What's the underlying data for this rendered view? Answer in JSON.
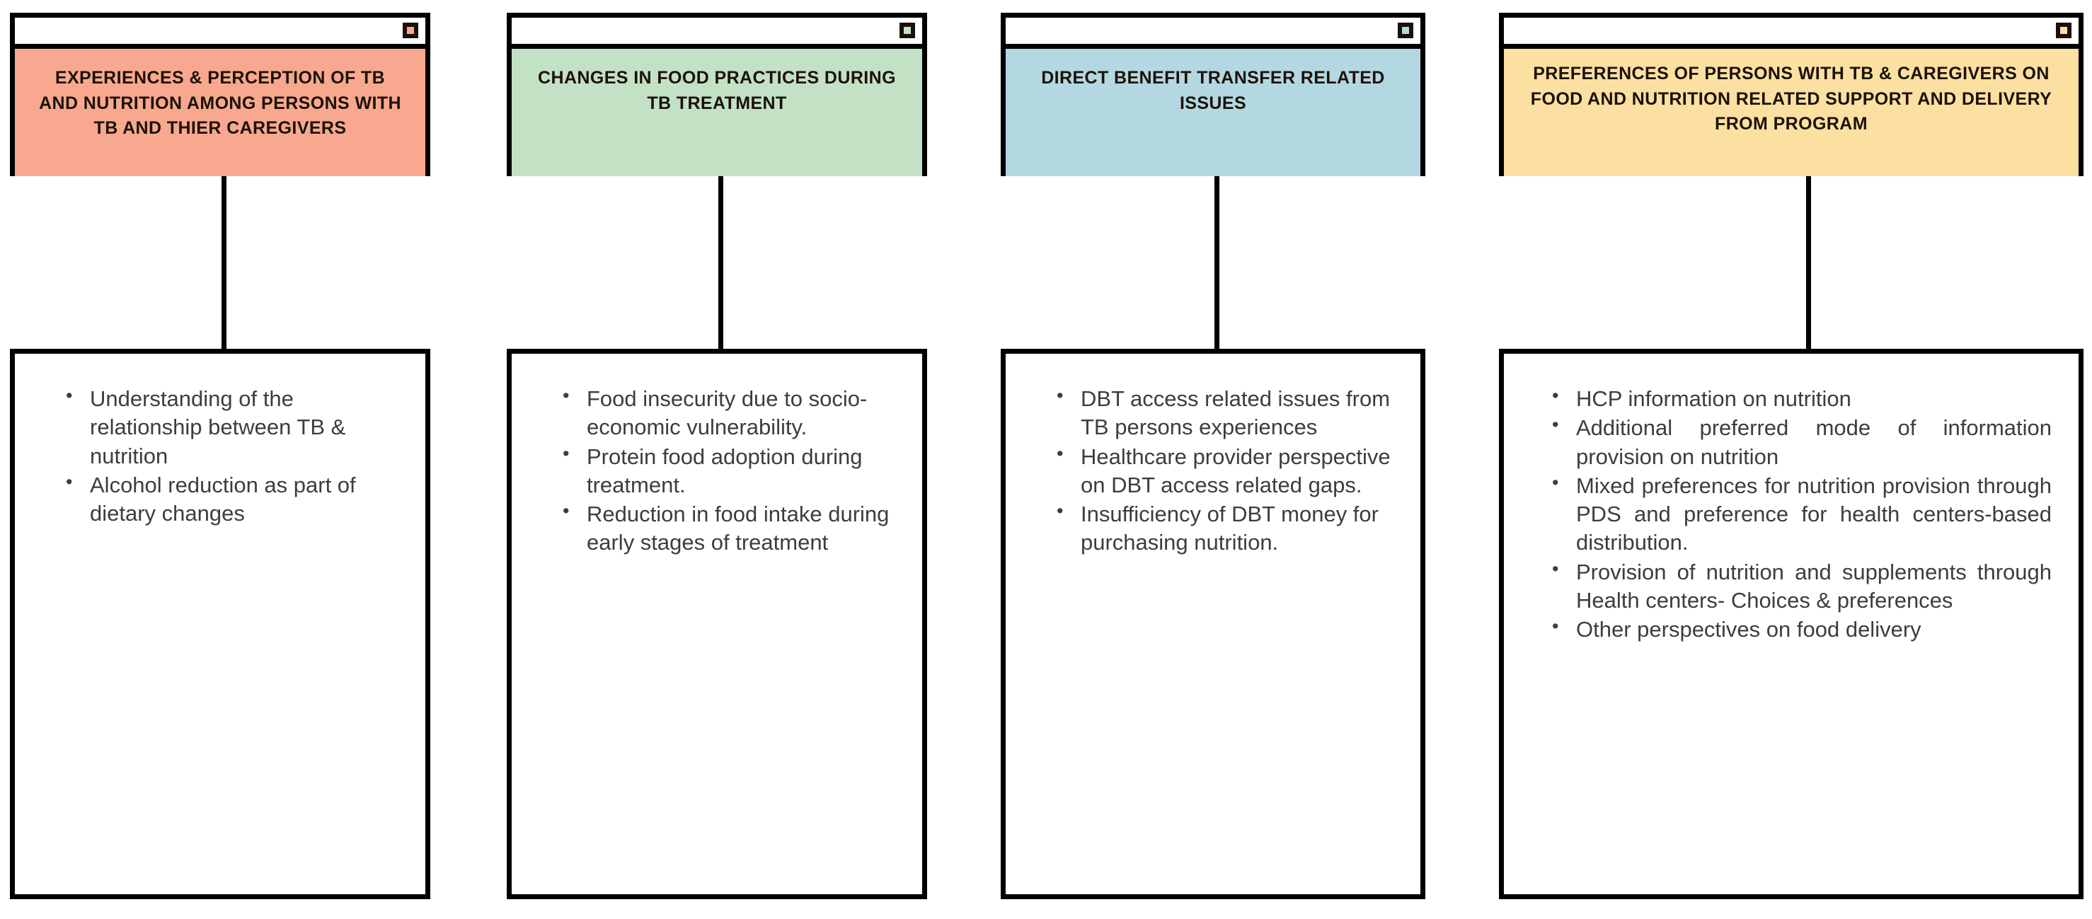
{
  "diagram": {
    "type": "flowchart",
    "orientation": "four parallel top-down branches",
    "background_color": "#FFFFFF",
    "border_color": "#000000",
    "body_text_color": "#3D3D3D",
    "title_text_color": "#1C1208"
  },
  "nodes": [
    {
      "id": "theme-1",
      "header_icon": "small-square-icon",
      "header_fill": "#F8A88F",
      "header": "EXPERIENCES & PERCEPTION OF TB AND NUTRITION AMONG PERSONS WITH TB AND THIER CAREGIVERS",
      "bullets": [
        "Understanding of the relationship between TB & nutrition",
        "Alcohol reduction as part of dietary changes"
      ],
      "justified": false
    },
    {
      "id": "theme-2",
      "header_icon": "small-square-icon",
      "header_fill": "#C3E1C5",
      "header": "CHANGES IN FOOD PRACTICES DURING TB TREATMENT",
      "bullets": [
        "Food insecurity due to socio-economic vulnerability.",
        "Protein food adoption during treatment.",
        "Reduction in food intake during early stages of treatment"
      ],
      "justified": false
    },
    {
      "id": "theme-3",
      "header_icon": "small-square-icon",
      "header_fill": "#B4D8E2",
      "header": "DIRECT BENEFIT TRANSFER RELATED ISSUES",
      "bullets": [
        "DBT access related issues from TB persons experiences",
        "Healthcare provider perspective on DBT access related gaps.",
        "Insufficiency of DBT money for purchasing nutrition."
      ],
      "justified": false
    },
    {
      "id": "theme-4",
      "header_icon": "small-square-icon",
      "header_fill": "#FCE0A2",
      "header": "PREFERENCES OF PERSONS WITH TB & CAREGIVERS ON FOOD AND NUTRITION RELATED SUPPORT AND DELIVERY FROM PROGRAM",
      "bullets": [
        "HCP information on nutrition",
        "Additional preferred mode of information provision on nutrition",
        "Mixed preferences for nutrition provision through PDS and preference for health centers-based distribution.",
        "Provision of nutrition and supplements through Health centers- Choices & preferences",
        "Other perspectives on food delivery"
      ],
      "justified": true
    }
  ]
}
